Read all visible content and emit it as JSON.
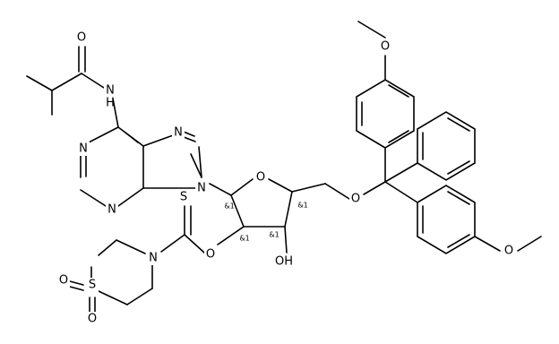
{
  "atoms": {
    "O_amide": "O",
    "NH_amide": "N",
    "NH_amide_h": "H",
    "N1": "N",
    "N3": "N",
    "N7": "N",
    "N9": "N",
    "O_ring": "O",
    "O5": "O",
    "O2": "O",
    "OH3": "OH",
    "S_thione": "S",
    "N_morph": "N",
    "S_sulfone": "S",
    "O_sulf1": "O",
    "O_sulf2": "O",
    "O_meo1": "O",
    "O_meo2": "O"
  },
  "stereo_labels": {
    "c1": "&1",
    "c2": "&1",
    "c3": "&1",
    "c4": "&1"
  }
}
